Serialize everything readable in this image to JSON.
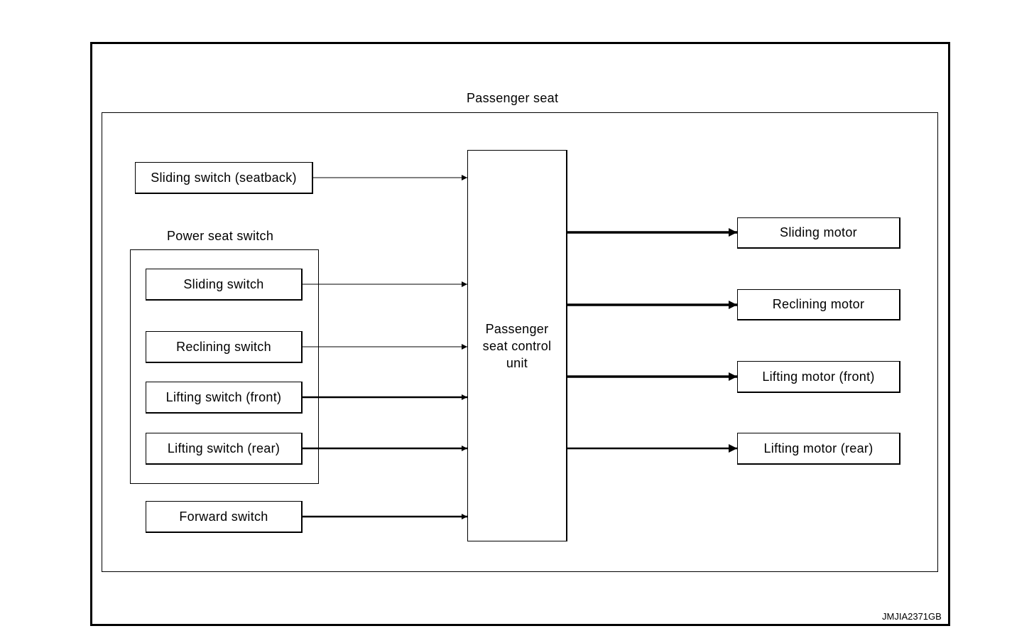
{
  "diagram": {
    "seat_label": "Passenger seat",
    "group_label": "Power seat switch",
    "control_unit": "Passenger\nseat control\nunit",
    "inputs": [
      "Sliding switch (seatback)",
      "Sliding switch",
      "Reclining switch",
      "Lifting switch (front)",
      "Lifting switch (rear)",
      "Forward switch"
    ],
    "outputs": [
      "Sliding motor",
      "Reclining motor",
      "Lifting motor (front)",
      "Lifting motor (rear)"
    ],
    "figure_code": "JMJIA2371GB"
  }
}
